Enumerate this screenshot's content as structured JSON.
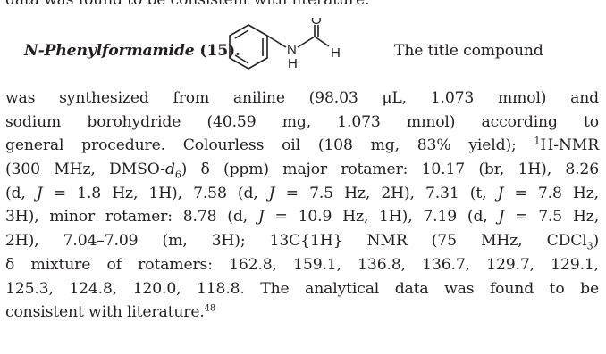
{
  "cut_line": "data was found to be consistent with literature.",
  "compound": {
    "name_italic": "N",
    "name_rest": "-Phenylformamide",
    "number": "(15).",
    "structure_labels": {
      "oxygen": "O",
      "nitrogen": "N",
      "hydrogen_n": "H",
      "hydrogen_c": "H"
    },
    "tail": "The title compound"
  },
  "paragraph": {
    "l1": "was synthesized from aniline (98.03 μL, 1.073 mmol) and",
    "l2": "sodium borohydride (40.59 mg, 1.073 mmol) according to",
    "l3a": "general procedure. Colourless oil (108 mg, 83% yield); ",
    "l3sup": "1",
    "l3b": "H-NMR",
    "l4a": "(300 MHz, DMSO-",
    "l4d": "d",
    "l4sub": "6",
    "l4b": ") δ (ppm) major rotamer: 10.17 (br, 1H), 8.26",
    "l5a": "(d, ",
    "l5j1": "J",
    "l5b": " = 1.8 Hz, 1H), 7.58 (d, ",
    "l5j2": "J",
    "l5c": " = 7.5 Hz, 2H), 7.31 (t, ",
    "l5j3": "J",
    "l5d": " = 7.8 Hz,",
    "l6a": "3H), minor rotamer: 8.78 (d, ",
    "l6j1": "J",
    "l6b": " = 10.9 Hz, 1H), 7.19 (d, ",
    "l6j2": "J",
    "l6c": " = 7.5 Hz,",
    "l7a": "2H), 7.04–7.09 (m, 3H); 13C{1H} NMR (75 MHz, CDCl",
    "l7sub": "3",
    "l7b": ")",
    "l8": "δ mixture of rotamers: 162.8, 159.1, 136.8, 136.7, 129.7, 129.1,",
    "l9": "125.3, 124.8, 120.0, 118.8. The analytical data was found to be",
    "l10": "consistent with literature.",
    "l10ref": "48"
  }
}
